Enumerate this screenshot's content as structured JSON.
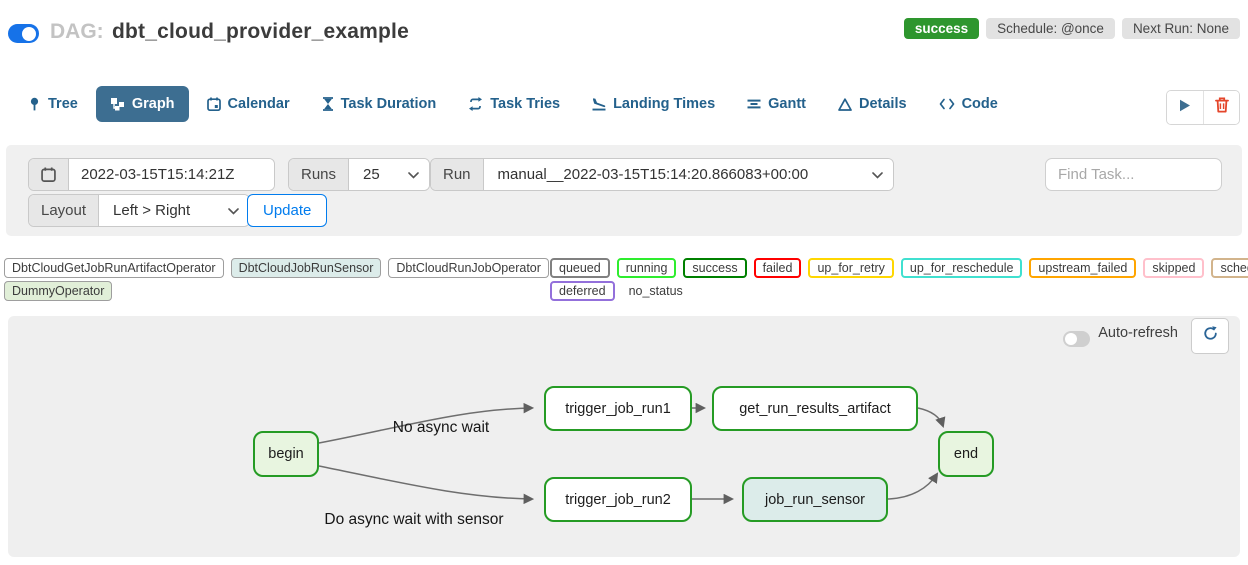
{
  "header": {
    "dag_prefix": "DAG:",
    "dag_title": "dbt_cloud_provider_example",
    "status_badge": "success",
    "schedule_badge": "Schedule: @once",
    "next_run_badge": "Next Run: None",
    "pause_toggle_on": true
  },
  "tabs": [
    {
      "label": "Tree",
      "icon": "tree-icon",
      "active": false
    },
    {
      "label": "Graph",
      "icon": "graph-icon",
      "active": true
    },
    {
      "label": "Calendar",
      "icon": "calendar-icon",
      "active": false
    },
    {
      "label": "Task Duration",
      "icon": "hourglass-icon",
      "active": false
    },
    {
      "label": "Task Tries",
      "icon": "repeat-icon",
      "active": false
    },
    {
      "label": "Landing Times",
      "icon": "plane-landing-icon",
      "active": false
    },
    {
      "label": "Gantt",
      "icon": "gantt-icon",
      "active": false
    },
    {
      "label": "Details",
      "icon": "triangle-icon",
      "active": false
    },
    {
      "label": "Code",
      "icon": "code-icon",
      "active": false
    }
  ],
  "filters": {
    "date_value": "2022-03-15T15:14:21Z",
    "runs_label": "Runs",
    "runs_value": "25",
    "run_label": "Run",
    "run_value": "manual__2022-03-15T15:14:20.866083+00:00",
    "find_task_placeholder": "Find Task...",
    "layout_label": "Layout",
    "layout_value": "Left > Right",
    "update_label": "Update"
  },
  "legend": {
    "operators": [
      {
        "label": "DbtCloudGetJobRunArtifactOperator",
        "fill": "#ffffff"
      },
      {
        "label": "DbtCloudJobRunSensor",
        "fill": "#dcecea"
      },
      {
        "label": "DbtCloudRunJobOperator",
        "fill": "#ffffff"
      },
      {
        "label": "DummyOperator",
        "fill": "#e1efd8"
      }
    ],
    "statuses": [
      {
        "label": "queued",
        "color": "#808080"
      },
      {
        "label": "running",
        "color": "#2eed2e"
      },
      {
        "label": "success",
        "color": "#008000"
      },
      {
        "label": "failed",
        "color": "#ff0000"
      },
      {
        "label": "up_for_retry",
        "color": "#ffd700"
      },
      {
        "label": "up_for_reschedule",
        "color": "#40e0d0"
      },
      {
        "label": "upstream_failed",
        "color": "#ffa500"
      },
      {
        "label": "skipped",
        "color": "#ffc0cb"
      },
      {
        "label": "scheduled",
        "color": "#d2b48c"
      },
      {
        "label": "deferred",
        "color": "#9370db"
      },
      {
        "label": "no_status",
        "color": "transparent"
      }
    ]
  },
  "graph": {
    "auto_refresh_label": "Auto-refresh",
    "auto_refresh_on": false,
    "nodes": [
      {
        "id": "begin",
        "label": "begin",
        "fill": "#e8f5e0",
        "border": "#259b24"
      },
      {
        "id": "trigger_job_run1",
        "label": "trigger_job_run1",
        "fill": "#ffffff",
        "border": "#259b24"
      },
      {
        "id": "get_run_results_artifact",
        "label": "get_run_results_artifact",
        "fill": "#ffffff",
        "border": "#259b24"
      },
      {
        "id": "trigger_job_run2",
        "label": "trigger_job_run2",
        "fill": "#ffffff",
        "border": "#259b24"
      },
      {
        "id": "job_run_sensor",
        "label": "job_run_sensor",
        "fill": "#dcecea",
        "border": "#259b24"
      },
      {
        "id": "end",
        "label": "end",
        "fill": "#e8f5e0",
        "border": "#259b24"
      }
    ],
    "edges": [
      {
        "from": "begin",
        "to": "trigger_job_run1",
        "label": "No async wait"
      },
      {
        "from": "begin",
        "to": "trigger_job_run2",
        "label": "Do async wait with sensor"
      },
      {
        "from": "trigger_job_run1",
        "to": "get_run_results_artifact",
        "label": ""
      },
      {
        "from": "get_run_results_artifact",
        "to": "end",
        "label": ""
      },
      {
        "from": "trigger_job_run2",
        "to": "job_run_sensor",
        "label": ""
      },
      {
        "from": "job_run_sensor",
        "to": "end",
        "label": ""
      }
    ],
    "edge_labels": [
      {
        "text": "No async wait"
      },
      {
        "text": "Do async wait with sensor"
      }
    ]
  },
  "colors": {
    "accent_blue": "#017cee",
    "active_tab_blue": "#3d6e91",
    "success_green": "#2e962e",
    "node_border_green": "#259b24",
    "trash_red": "#e4462b",
    "panel_gray": "#f0f0f0"
  }
}
